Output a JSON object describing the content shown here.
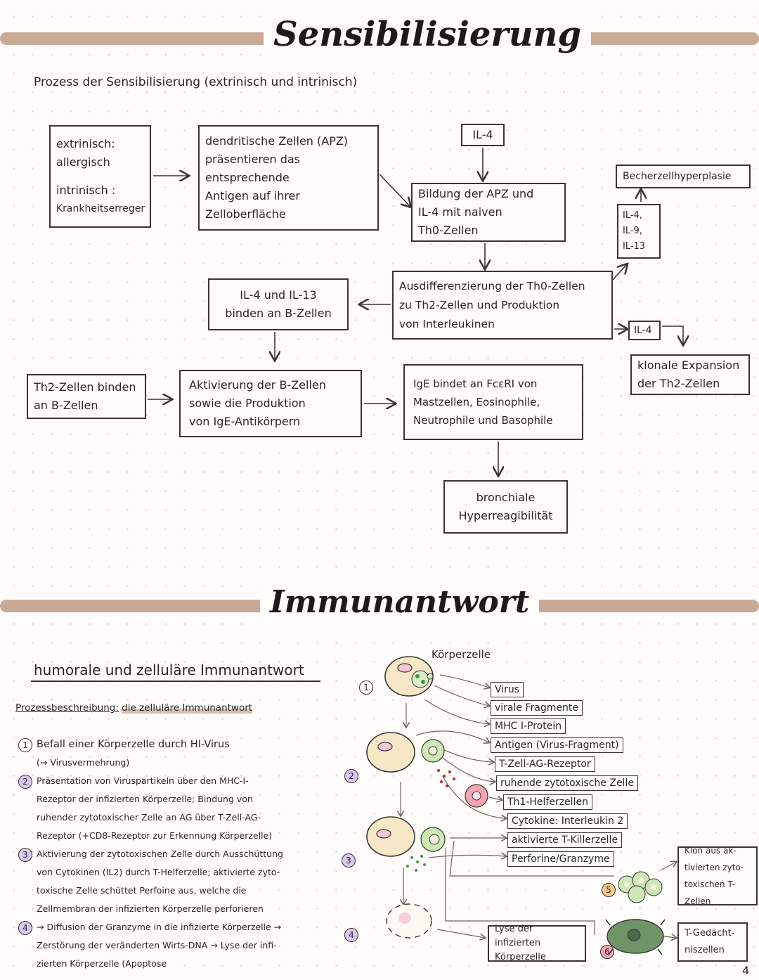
{
  "section1": {
    "heading": "Sensibilisierung",
    "subtitle": "Prozess der Sensibilisierung (extrinisch und intrinisch)",
    "box_origin": {
      "l1": "extrinisch:",
      "l2": "allergisch",
      "l3": "intrinisch :",
      "l4": "Krankheitserreger"
    },
    "box_dendritic": {
      "l1": "dendritische Zellen (APZ)",
      "l2": "präsentieren das",
      "l3": "entsprechende",
      "l4": "Antigen auf ihrer",
      "l5": "Zelloberfläche"
    },
    "box_il4_top": "IL-4",
    "box_bildung": {
      "l1": "Bildung der APZ und",
      "l2": "IL-4 mit naiven",
      "l3": "Th0-Zellen"
    },
    "box_becher": "Becherzellhyperplasie",
    "box_interleukins": {
      "l1": "IL-4,",
      "l2": "IL-9,",
      "l3": "IL-13"
    },
    "box_ausdiff": {
      "l1": "Ausdifferenzierung der Th0-Zellen",
      "l2": "zu Th2-Zellen und Produktion",
      "l3": "von Interleukinen"
    },
    "box_il4_il13": {
      "l1": "IL-4 und IL-13",
      "l2": "binden an B-Zellen"
    },
    "box_il4_right": "IL-4",
    "box_klonale": {
      "l1": "klonale Expansion",
      "l2": "der Th2-Zellen"
    },
    "box_th2": {
      "l1": "Th2-Zellen binden",
      "l2": "an B-Zellen"
    },
    "box_aktivierung": {
      "l1": "Aktivierung der B-Zellen",
      "l2": "sowie die Produktion",
      "l3": "von IgE-Antikörpern"
    },
    "box_ige": {
      "l1": "IgE bindet an FcεRI von",
      "l2": "Mastzellen, Eosinophile,",
      "l3": "Neutrophile und Basophile"
    },
    "box_bronch": {
      "l1": "bronchiale",
      "l2": "Hyperreagibilität"
    }
  },
  "section2": {
    "heading": "Immunantwort",
    "subtitle": "humorale und zelluläre Immunantwort",
    "process_label": "Prozessbeschreibung:",
    "process_topic": "die zelluläre Immunantwort",
    "steps": [
      {
        "num": "1",
        "l1": "Befall einer Körperzelle durch HI-Virus",
        "l2": "(→ Virusvermehrung)"
      },
      {
        "num": "2",
        "l1": "Präsentation von Viruspartikeln über den MHC-I-",
        "l2": "Rezeptor der infizierten Körperzelle; Bindung von",
        "l3": "ruhender zytotoxischer Zelle an AG über T-Zell-AG-",
        "l4": "Rezeptor (+CD8-Rezeptor zur Erkennung Körperzelle)"
      },
      {
        "num": "3",
        "l1": "Aktivierung der zytotoxischen Zelle durch Ausschüttung",
        "l2": "von Cytokinen (IL2) durch T-Helferzelle; aktivierte zyto-",
        "l3": "toxische Zelle schüttet Perfoine aus, welche die",
        "l4": "Zellmembran der infizierten Körperzelle perforieren"
      },
      {
        "num": "4",
        "l1": "→ Diffusion der Granzyme in die infizierte Körperzelle →",
        "l2": "Zerstörung der veränderten Wirts-DNA → Lyse der infi-",
        "l3": "zierten Körperzelle (Apoptose"
      }
    ],
    "diagram": {
      "koerperzelle": "Körperzelle",
      "labels": [
        "Virus",
        "virale Fragmente",
        "MHC I-Protein",
        "Antigen (Virus-Fragment)",
        "T-Zell-AG-Rezeptor",
        "ruhende zytotoxische Zelle",
        "Th1-Helferzellen",
        "Cytokine: Interleukin 2",
        "aktivierte T-Killerzelle",
        "Perforine/Granzyme"
      ],
      "lyse": {
        "l1": "Lyse der infizierten",
        "l2": "Körperzelle"
      },
      "klon": {
        "l1": "Klon aus ak-",
        "l2": "tivierten zyto-",
        "l3": "toxischen T-Zellen"
      },
      "gedaecht": {
        "l1": "T-Gedächt-",
        "l2": "niszellen"
      },
      "markers": [
        "1",
        "2",
        "3",
        "4",
        "5",
        "6"
      ]
    },
    "page_number": "4"
  },
  "colors": {
    "band": "#c9aa97",
    "cell_body": "#f6e8c6",
    "nucleus": "#f2c7d8",
    "tcell": "#cde8b5",
    "helper": "#f3a4b2",
    "memory": "#6f9468",
    "granules": "#c0323a",
    "cytokine": "#3e9a3a"
  }
}
